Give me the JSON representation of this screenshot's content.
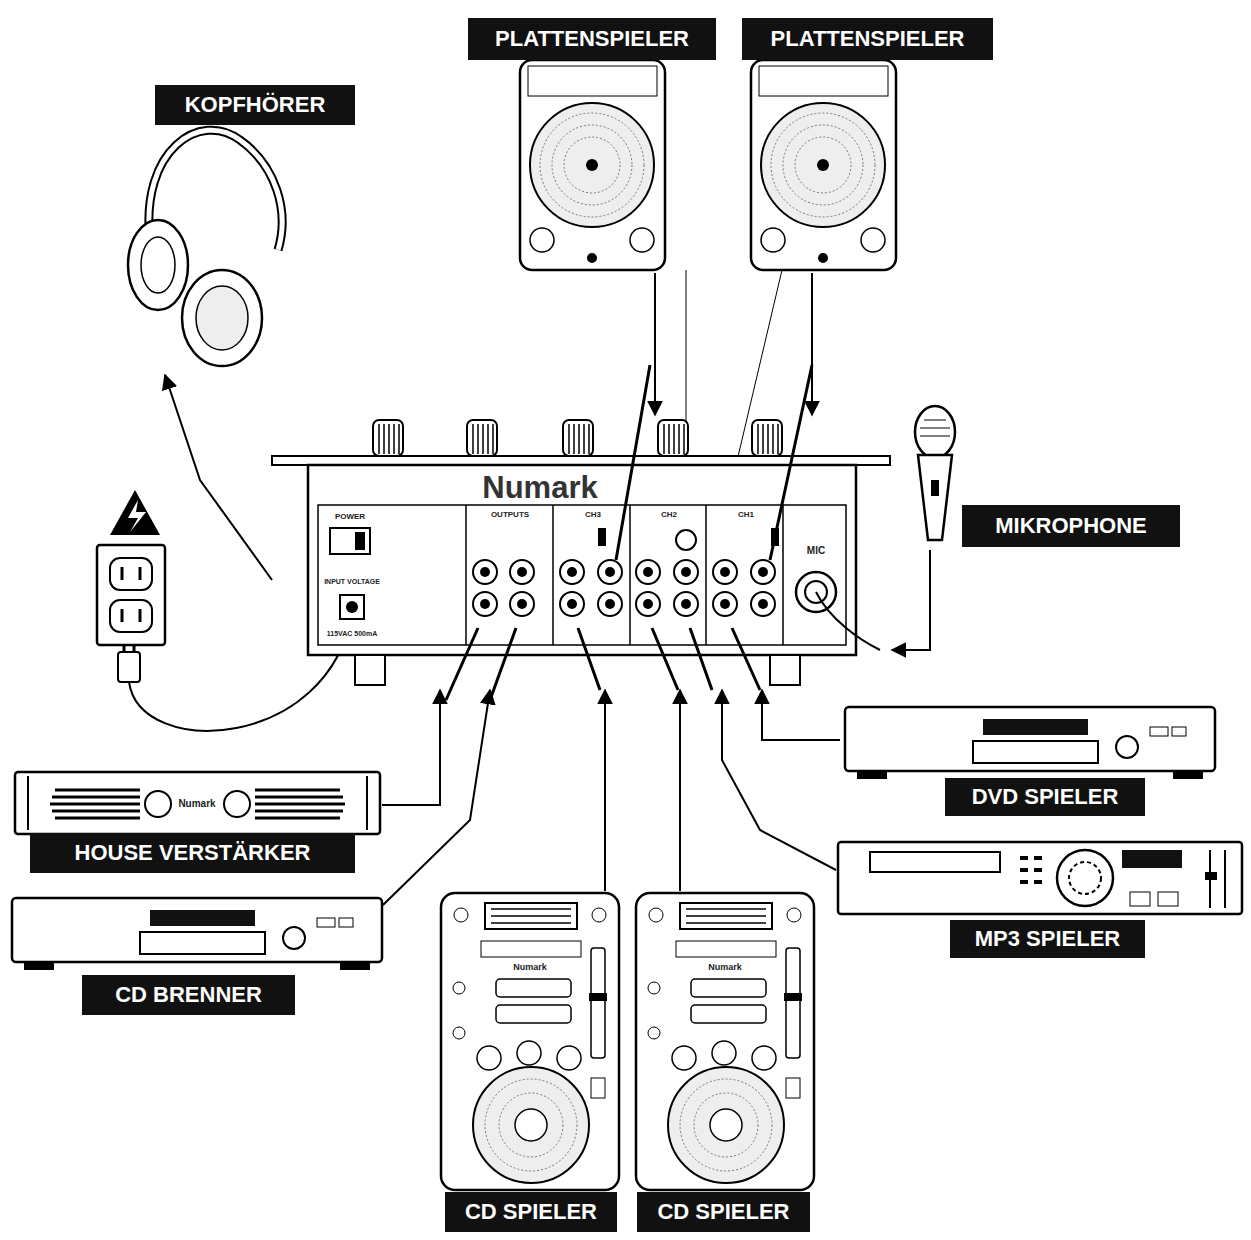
{
  "diagram": {
    "nodes": [
      {
        "text": [
          "KOPFHÖRER"
        ]
      },
      {
        "text": [
          "PLATTENSPIELER"
        ]
      },
      {
        "text": [
          "PLATTENSPIELER"
        ]
      },
      {
        "text": [
          "Numark",
          "POWER",
          "INPUT VOLTAGE",
          "115VAC 500mA",
          "OUTPUTS",
          "CH3",
          "CH2",
          "CH1",
          "MIC"
        ]
      },
      {
        "text": [
          "MIKROPHONE"
        ]
      },
      {
        "text": [
          "Numark",
          "HOUSE VERSTÄRKER"
        ]
      },
      {
        "text": [
          "CD BRENNER"
        ]
      },
      {
        "text": [
          "DVD SPIELER"
        ]
      },
      {
        "text": [
          "MP3 SPIELER"
        ]
      },
      {
        "text": [
          "Numark",
          "CD SPIELER"
        ]
      },
      {
        "text": [
          "Numark",
          "CD SPIELER"
        ]
      }
    ],
    "edges": [
      {
        "from": 1,
        "to": 3,
        "arrow": "to"
      },
      {
        "from": 2,
        "to": 3,
        "arrow": "to"
      },
      {
        "from": 4,
        "to": 3,
        "arrow": "to"
      },
      {
        "from": 7,
        "to": 3,
        "arrow": "to"
      },
      {
        "from": 8,
        "to": 3,
        "arrow": "to"
      },
      {
        "from": 9,
        "to": 3,
        "arrow": "to"
      },
      {
        "from": 10,
        "to": 3,
        "arrow": "to"
      },
      {
        "from": 3,
        "to": 0,
        "arrow": "to"
      },
      {
        "from": 5,
        "to": 3,
        "arrow": "to"
      },
      {
        "from": 6,
        "to": 3,
        "arrow": "to"
      }
    ]
  }
}
